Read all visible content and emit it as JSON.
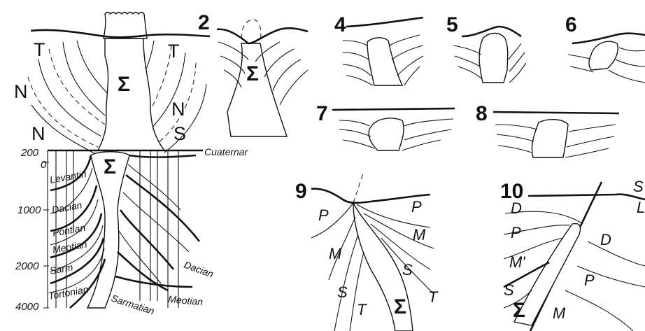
{
  "colors": {
    "ink": "#111111",
    "paper": "#ffffff"
  },
  "labels": {
    "n2": "2",
    "n4": "4",
    "n5": "5",
    "n6": "6",
    "n7": "7",
    "n8": "8",
    "n9": "9",
    "n10": "10",
    "T": "T",
    "N": "N",
    "S": "S",
    "D": "D",
    "P": "P",
    "M": "M",
    "M_prime": "M'",
    "L": "L",
    "sigma": "Σ"
  },
  "section": {
    "north": "N",
    "south": "S",
    "depth_ticks": [
      "200",
      "0",
      "1000",
      "2000",
      "4000"
    ],
    "quaternary": "Cuaternar",
    "left_strata": [
      "Levantin",
      "Dacian",
      "Pontian",
      "Meotian",
      "Sarm",
      "Tortonian"
    ],
    "right_strata": [
      "Dacian",
      "Meotian",
      "Sarmatian"
    ]
  }
}
